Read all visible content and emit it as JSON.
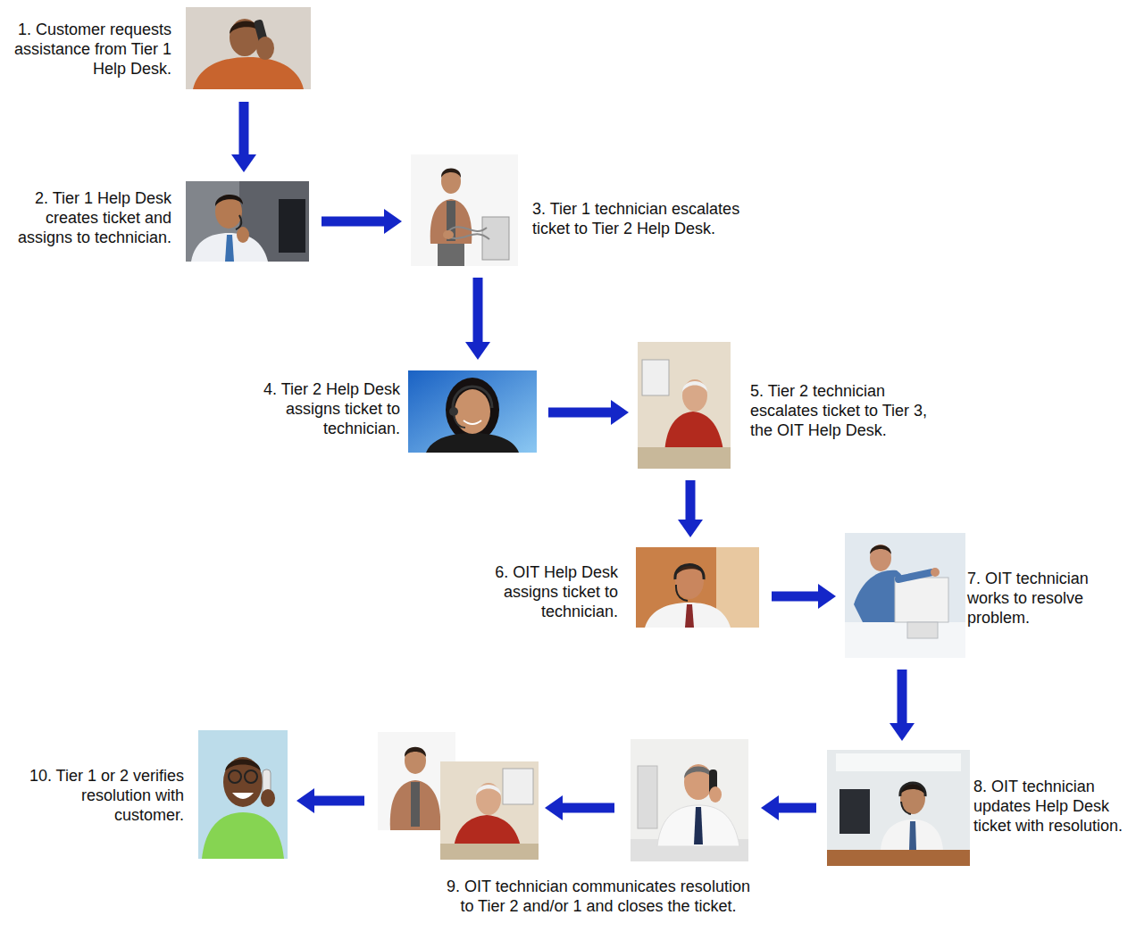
{
  "diagram": {
    "nodes": [
      {
        "text": [
          "1. Customer requests assistance from Tier 1 Help Desk."
        ]
      },
      {
        "text": [
          "2. Tier 1 Help Desk creates ticket and assigns to technician."
        ]
      },
      {
        "text": [
          "3. Tier 1 technician escalates ticket to Tier 2 Help Desk."
        ]
      },
      {
        "text": [
          "4. Tier 2 Help Desk assigns ticket to technician."
        ]
      },
      {
        "text": [
          "5. Tier 2 technician escalates ticket to Tier 3, the OIT Help Desk."
        ]
      },
      {
        "text": [
          "6. OIT Help Desk assigns ticket to technician."
        ]
      },
      {
        "text": [
          "7. OIT technician works to resolve problem."
        ]
      },
      {
        "text": [
          "8. OIT technician updates Help Desk ticket with resolution."
        ]
      },
      {
        "text": [
          "9. OIT technician communicates resolution to Tier 2 and/or 1 and closes the ticket."
        ]
      },
      {
        "text": [
          "10. Tier 1 or 2 verifies resolution with customer."
        ]
      }
    ],
    "edges": [
      {
        "from": 0,
        "to": 1,
        "arrow": "to"
      },
      {
        "from": 1,
        "to": 2,
        "arrow": "to"
      },
      {
        "from": 2,
        "to": 3,
        "arrow": "to"
      },
      {
        "from": 3,
        "to": 4,
        "arrow": "to"
      },
      {
        "from": 4,
        "to": 5,
        "arrow": "to"
      },
      {
        "from": 5,
        "to": 6,
        "arrow": "to"
      },
      {
        "from": 6,
        "to": 7,
        "arrow": "to"
      },
      {
        "from": 7,
        "to": 8,
        "arrow": "to"
      },
      {
        "from": 8,
        "to": 9,
        "arrow": "to"
      }
    ]
  }
}
